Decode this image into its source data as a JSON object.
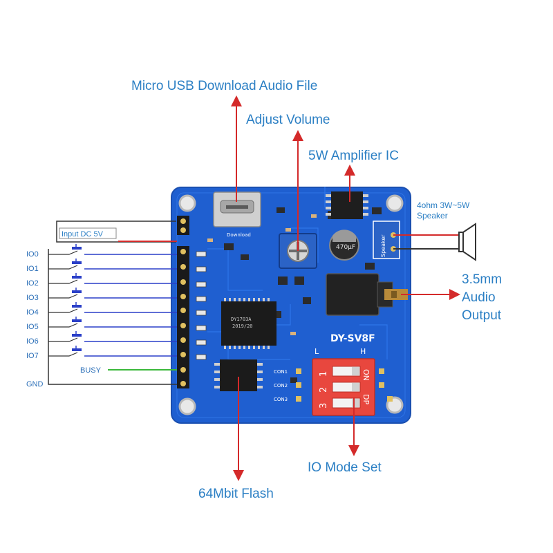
{
  "colors": {
    "callout_text": "#2b7fc4",
    "arrow": "#d42a2a",
    "pcb_blue": "#1f5fd0",
    "io_wire": "#2a3fc8",
    "busy_wire": "#3ab83a",
    "wire_dark": "#333333",
    "dip_red": "#e8473e"
  },
  "callouts": {
    "usb": "Micro USB Download Audio File",
    "volume": "Adjust Volume",
    "amplifier": "5W Amplifier  IC",
    "speaker_line1": "4ohm 3W~5W",
    "speaker_line2": "Speaker",
    "audio_line1": "3.5mm",
    "audio_line2": "Audio",
    "audio_line3": "Output",
    "io_mode": "IO Mode Set",
    "flash": "64Mbit Flash"
  },
  "wiring": {
    "input_dc": "Input DC 5V",
    "io_labels": [
      "IO0",
      "IO1",
      "IO2",
      "IO3",
      "IO4",
      "IO5",
      "IO6",
      "IO7"
    ],
    "busy": "BUSY",
    "gnd": "GND"
  },
  "board": {
    "model": "DY-SV8F",
    "dip_l": "L",
    "dip_h": "H",
    "dip_on": "ON",
    "dip_dp": "DP",
    "dip_numbers": [
      "1",
      "2",
      "3"
    ],
    "con_labels": [
      "CON1",
      "CON2",
      "CON3"
    ],
    "speaker_silk": "Speaker",
    "download_silk": "Download",
    "cap_text": "470µF",
    "chip_text_1": "DY1703A",
    "chip_text_2": "2019/20",
    "icons": [
      "push-button-icon",
      "speaker-icon",
      "potentiometer-icon",
      "audio-jack-icon",
      "dip-switch-icon"
    ]
  }
}
